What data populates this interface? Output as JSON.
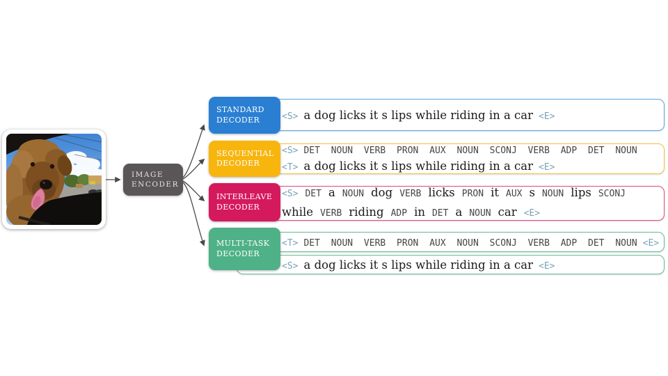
{
  "photo": {
    "name": "dog-looking-out-car-window-photo"
  },
  "encoder": {
    "line1": "IMAGE",
    "line2": "ENCODER",
    "bg": "#5a5657"
  },
  "arrow_color": "#4a4a4a",
  "decoders": [
    {
      "name": "standard",
      "label_line1": "STANDARD",
      "label_line2": "DECODER",
      "color": "#2a7fd2",
      "border": "#58a6e3",
      "boxes": [
        {
          "lines": [
            [
              {
                "k": "tok",
                "v": "<S>"
              },
              {
                "k": "cap",
                "v": "a dog licks it s lips while riding in a car"
              },
              {
                "k": "tok",
                "v": "<E>"
              }
            ]
          ]
        }
      ]
    },
    {
      "name": "sequential",
      "label_line1": "SEQUENTIAL",
      "label_line2": "DECODER",
      "color": "#f7b50e",
      "border": "#f2c13a",
      "boxes": [
        {
          "lines": [
            [
              {
                "k": "tok",
                "v": "<S>"
              },
              {
                "k": "tags",
                "v": "DET NOUN VERB PRON AUX NOUN SCONJ VERB ADP DET NOUN"
              }
            ],
            [
              {
                "k": "tok",
                "v": "<T>"
              },
              {
                "k": "cap",
                "v": "a dog licks it s lips while riding in a car"
              },
              {
                "k": "tok",
                "v": "<E>"
              }
            ]
          ]
        }
      ]
    },
    {
      "name": "interleave",
      "label_line1": "INTERLEAVE",
      "label_line2": "DECODER",
      "color": "#d5195d",
      "border": "#e0497f",
      "boxes": [
        {
          "lines": [
            [
              {
                "k": "tok",
                "v": "<S>"
              },
              {
                "k": "tag",
                "v": "DET"
              },
              {
                "k": "cap",
                "v": "a"
              },
              {
                "k": "tag",
                "v": "NOUN"
              },
              {
                "k": "cap",
                "v": "dog"
              },
              {
                "k": "tag",
                "v": "VERB"
              },
              {
                "k": "cap",
                "v": "licks"
              },
              {
                "k": "tag",
                "v": "PRON"
              },
              {
                "k": "cap",
                "v": "it"
              },
              {
                "k": "tag",
                "v": "AUX"
              },
              {
                "k": "cap",
                "v": "s"
              },
              {
                "k": "tag",
                "v": "NOUN"
              },
              {
                "k": "cap",
                "v": "lips"
              },
              {
                "k": "tag",
                "v": "SCONJ"
              }
            ],
            [
              {
                "k": "cap",
                "v": "while"
              },
              {
                "k": "tag",
                "v": "VERB"
              },
              {
                "k": "cap",
                "v": "riding"
              },
              {
                "k": "tag",
                "v": "ADP"
              },
              {
                "k": "cap",
                "v": "in"
              },
              {
                "k": "tag",
                "v": "DET"
              },
              {
                "k": "cap",
                "v": "a"
              },
              {
                "k": "tag",
                "v": "NOUN"
              },
              {
                "k": "cap",
                "v": "car"
              },
              {
                "k": "tok",
                "v": "<E>"
              }
            ]
          ]
        }
      ]
    },
    {
      "name": "multi-task",
      "label_line1": "MULTI-TASK",
      "label_line2": "DECODER",
      "color": "#4fb187",
      "border": "#67bb96",
      "boxes": [
        {
          "lines": [
            [
              {
                "k": "tok",
                "v": "<T>"
              },
              {
                "k": "tags",
                "v": "DET NOUN VERB PRON AUX NOUN SCONJ VERB ADP DET NOUN"
              },
              {
                "k": "tok",
                "v": "<E>"
              }
            ]
          ]
        },
        {
          "lines": [
            [
              {
                "k": "tok",
                "v": "<S>"
              },
              {
                "k": "cap",
                "v": "a dog licks it s lips while riding in a car"
              },
              {
                "k": "tok",
                "v": "<E>"
              }
            ]
          ]
        }
      ]
    }
  ]
}
